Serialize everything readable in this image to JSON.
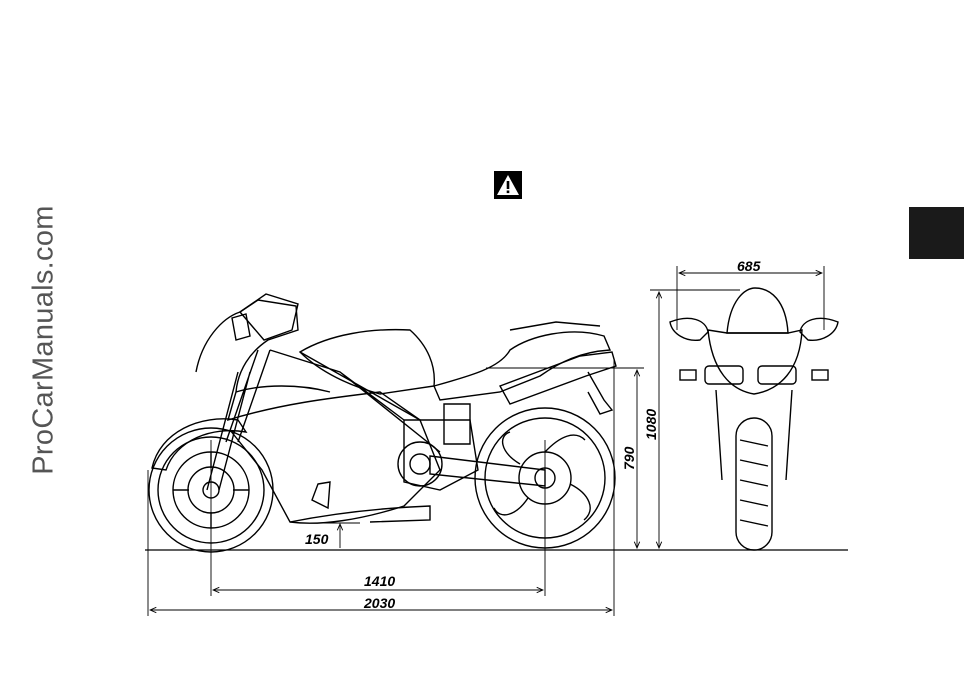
{
  "watermark": "ProCarManuals.com",
  "icons": {
    "warning": "warning-triangle-icon"
  },
  "dimensions": {
    "ground_clearance": "150",
    "wheelbase": "1410",
    "overall_length": "2030",
    "seat_height": "790",
    "overall_height": "1080",
    "overall_width": "685"
  }
}
